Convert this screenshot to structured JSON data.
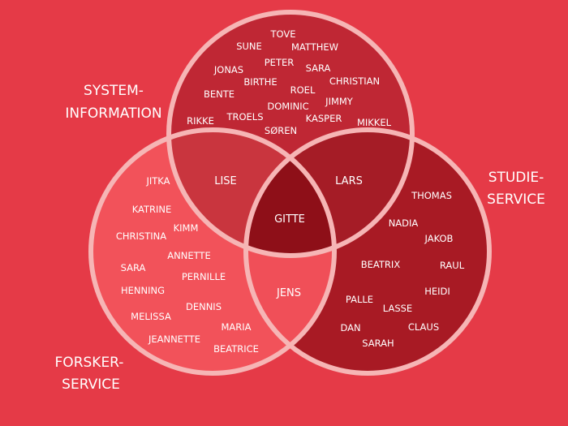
{
  "groups": {
    "system": {
      "label_lines": [
        "SYSTEM-",
        "INFORMATION"
      ]
    },
    "forsker": {
      "label_lines": [
        "FORSKER-",
        "SERVICE"
      ]
    },
    "studie": {
      "label_lines": [
        "STUDIE-",
        "SERVICE"
      ]
    }
  },
  "colors": {
    "background": "#e53a47",
    "ring": "#f6b5b5",
    "system_fill": "#bf2734",
    "forsker_fill": "#f2525a",
    "studie_fill": "#a81a24",
    "system_forsker": "#c9353e",
    "system_studie": "#a51c26",
    "forsker_studie": "#f04f58",
    "all_three": "#8e0f18"
  },
  "names": {
    "system_only": [
      "TOVE",
      "SUNE",
      "MATTHEW",
      "JONAS",
      "PETER",
      "SARA",
      "BIRTHE",
      "CHRISTIAN",
      "BENTE",
      "ROEL",
      "JIMMY",
      "DOMINIC",
      "RIKKE",
      "TROELS",
      "KASPER",
      "MIKKEL",
      "SØREN"
    ],
    "forsker_only": [
      "JITKA",
      "KATRINE",
      "KIMM",
      "CHRISTINA",
      "ANNETTE",
      "SARA",
      "PERNILLE",
      "HENNING",
      "DENNIS",
      "MELISSA",
      "MARIA",
      "JEANNETTE",
      "BEATRICE"
    ],
    "studie_only": [
      "THOMAS",
      "NADIA",
      "JAKOB",
      "BEATRIX",
      "RAUL",
      "HEIDI",
      "PALLE",
      "LASSE",
      "CLAUS",
      "DAN",
      "SARAH"
    ],
    "system_forsker": [
      "LISE"
    ],
    "system_studie": [
      "LARS"
    ],
    "forsker_studie": [
      "JENS"
    ],
    "all_three": [
      "GITTE"
    ]
  }
}
